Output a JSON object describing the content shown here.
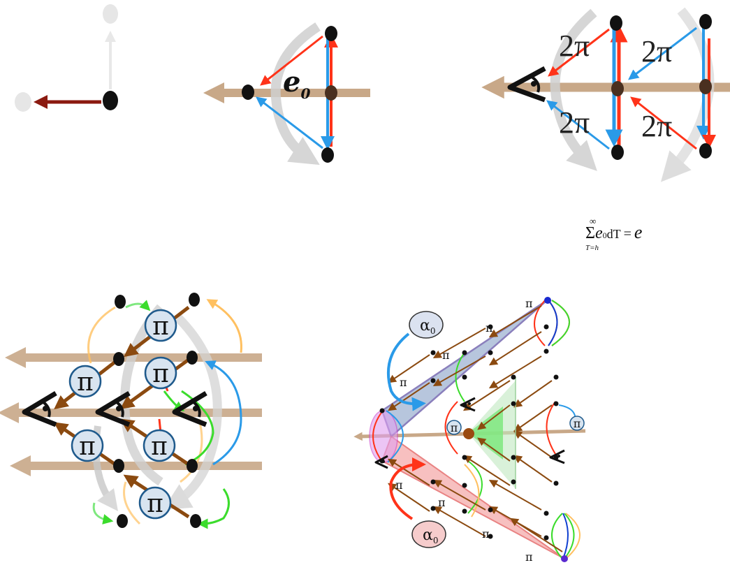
{
  "colors": {
    "dark_red_arrow": "#8b1a10",
    "tan_axis": "#c8a888",
    "red_arrow": "#ff3319",
    "blue_arrow": "#2a9ae8",
    "grey_arc": "#d0d0d0",
    "brown_arrow": "#8b4a10",
    "green_arc": "#3bdc2c",
    "orange_arc": "#ffc060",
    "circle_fill": "#d8e4f0",
    "circle_stroke": "#1f5a8c",
    "blue_cone": "#9aaed0",
    "pink_cone": "#f4a6a6",
    "green_cone": "#7ee87e"
  },
  "icons": [
    "eye-icon",
    "dot-icon",
    "arrow-icon",
    "curved-arrow-icon"
  ],
  "panel_tl": {},
  "panel_tm": {
    "e0_base": "e",
    "e0_sub": "0"
  },
  "panel_tr": {
    "label_tl": "2π",
    "label_tr": "2π",
    "label_bl": "2π",
    "label_br": "2π"
  },
  "formula": {
    "sum_symbol": "Σ",
    "upper_limit": "∞",
    "lower_limit": "T=h",
    "term_base": "e",
    "term_sub": "0",
    "differential": "dT",
    "equals": "=",
    "result": "e"
  },
  "panel_bl": {
    "pi_labels": [
      "π",
      "π",
      "π",
      "π",
      "π",
      "π"
    ]
  },
  "panel_br": {
    "alpha_top": "α",
    "alpha_top_sub": "0",
    "alpha_bottom": "α",
    "alpha_bottom_sub": "0",
    "pi_small": "π",
    "pi_circled": "π"
  }
}
